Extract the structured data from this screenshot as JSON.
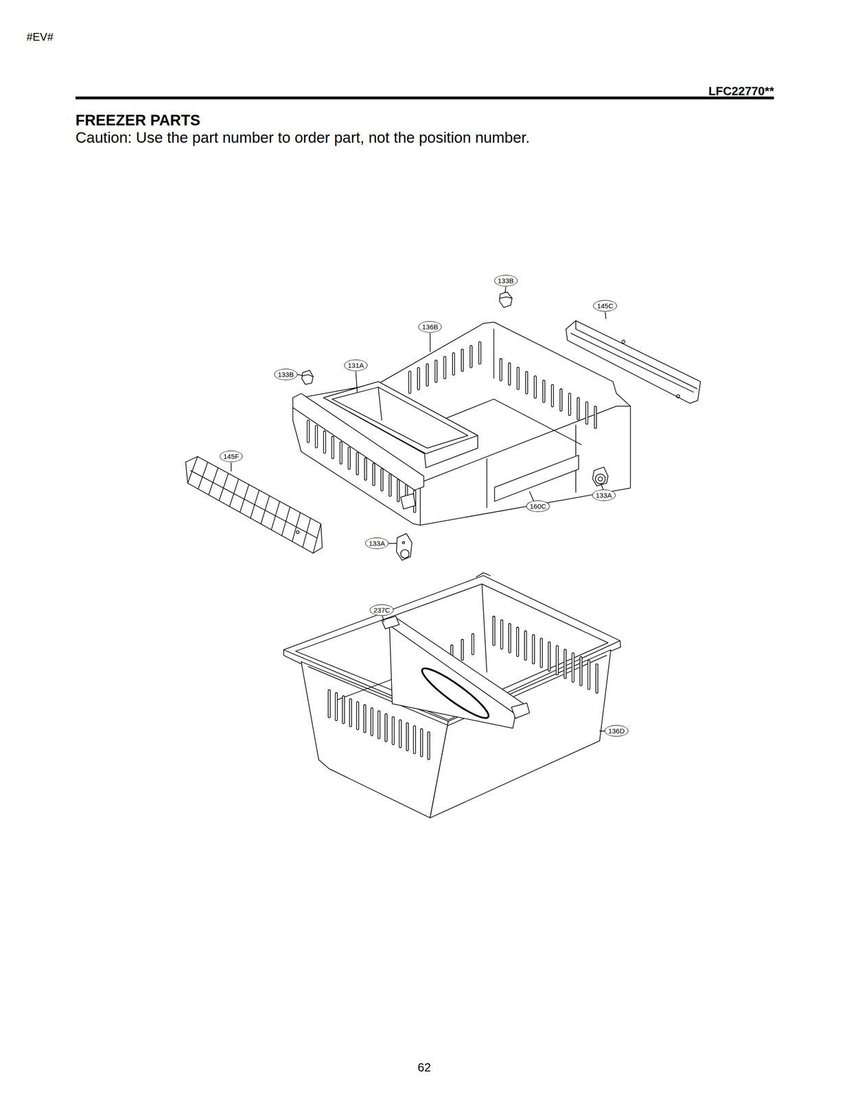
{
  "diagram": {
    "title": "FREEZER PARTS",
    "nodes": [
      {
        "text": [
          "133B"
        ]
      },
      {
        "text": [
          "145C"
        ]
      },
      {
        "text": [
          "136B"
        ]
      },
      {
        "text": [
          "131A"
        ]
      },
      {
        "text": [
          "133B"
        ]
      },
      {
        "text": [
          "145F"
        ]
      },
      {
        "text": [
          "133A"
        ]
      },
      {
        "text": [
          "160C"
        ]
      },
      {
        "text": [
          "133A"
        ]
      },
      {
        "text": [
          "237C"
        ]
      },
      {
        "text": [
          "136D"
        ]
      }
    ],
    "labels": [
      "#EV#",
      "LFC22770**",
      "Caution: Use the part number to order part, not the position number.",
      "62"
    ]
  }
}
